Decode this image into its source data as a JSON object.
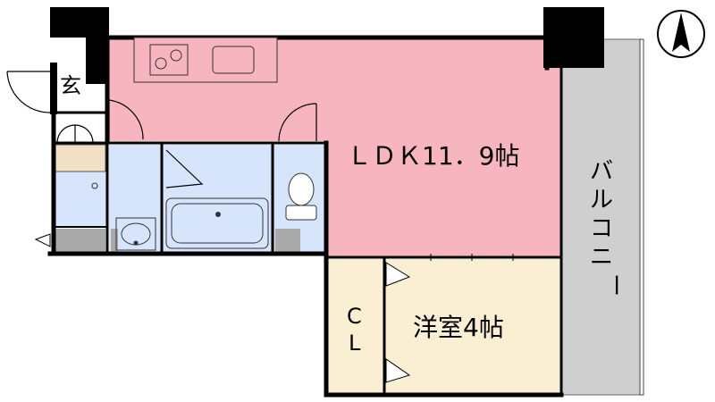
{
  "labels": {
    "entrance": "玄",
    "ldk": "ＬＤＫ11．9帖",
    "bedroom": "洋室4帖",
    "closet_line1": "C",
    "closet_line2": "L",
    "balcony": [
      "バ",
      "ル",
      "コ",
      "ニ",
      "ー"
    ]
  },
  "colors": {
    "ldk": "#f7b6bf",
    "bedroom": "#fbefd3",
    "closet": "#fbefd3",
    "wet_area": "#d6e5fb",
    "balcony": "#cfcfcf",
    "storage": "#f1dfc6",
    "wall": "#000000",
    "pillar": "#000000",
    "fixture_stroke": "#333333"
  },
  "icons": {
    "compass": "north-arrow-icon",
    "stove": "two-burner-stove-icon",
    "sink": "kitchen-sink-icon",
    "toilet": "toilet-icon",
    "bathtub": "bathtub-icon",
    "washbasin": "washbasin-icon"
  }
}
